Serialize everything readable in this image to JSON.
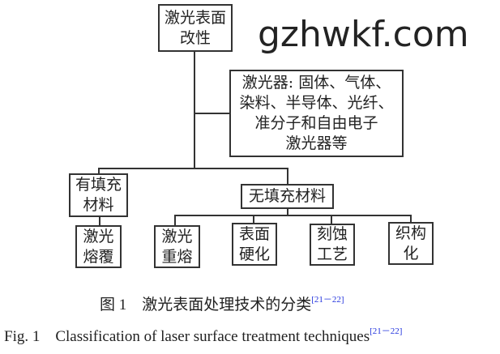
{
  "nodes": {
    "root": "激光表面\n改性",
    "lasers": "激光器: 固体、气体、\n染料、半导体、光纤、\n准分子和自由电子\n激光器等",
    "filled": "有填充\n材料",
    "unfilled": "无填充材料",
    "cladding": "激光\n熔覆",
    "remelting": "激光\n重熔",
    "hardening": "表面\n硬化",
    "etching": "刻蚀\n工艺",
    "texturing": "织构\n化"
  },
  "captions": {
    "cn": "图 1　激光表面处理技术的分类",
    "en": "Fig. 1　Classification of laser surface treatment techniques",
    "ref": "[21－22]"
  },
  "colors": {
    "reference": "#2233dd"
  },
  "watermark": "gzhwkf.com"
}
